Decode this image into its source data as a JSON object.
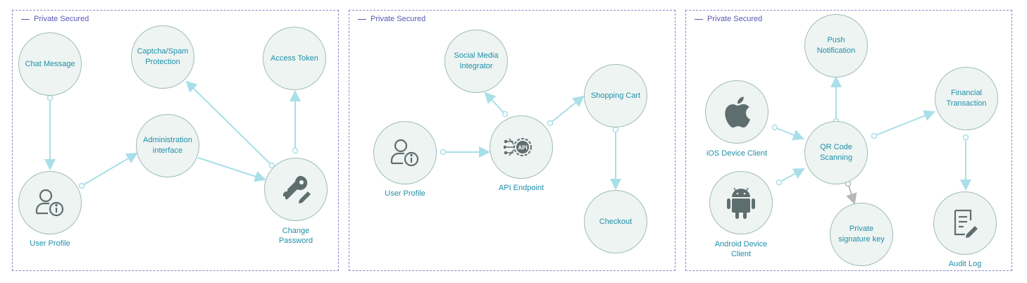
{
  "groups": [
    {
      "label": "Private Secured"
    },
    {
      "label": "Private Secured"
    },
    {
      "label": "Private Secured"
    }
  ],
  "nodes": {
    "chat_message": "Chat Message",
    "captcha": "Captcha/Spam\nProtection",
    "access_token": "Access Token",
    "admin_interface": "Administration interface",
    "user_profile_1": "User Profile",
    "change_password": "Change\nPassword",
    "social_media": "Social Media Integrator",
    "shopping_cart": "Shopping Cart",
    "user_profile_2": "User Profile",
    "api_endpoint": "API Endpoint",
    "api_badge": "API",
    "checkout": "Checkout",
    "push_notification": "Push Notification",
    "financial_transaction": "Financial Transaction",
    "ios_client": "iOS Device Client",
    "qr_scanning": "QR Code Scanning",
    "android_client": "Android Device\nClient",
    "private_key": "Private signature key",
    "audit_log": "Audit Log"
  },
  "colors": {
    "edge": "#a8dfe8",
    "edge_gray": "#b8b8b8",
    "node_fill": "#eef4f2",
    "node_stroke": "#9fbdb7",
    "text": "#1f8fa8",
    "group_border": "#8a86c9",
    "icon": "#5e6e6e"
  }
}
